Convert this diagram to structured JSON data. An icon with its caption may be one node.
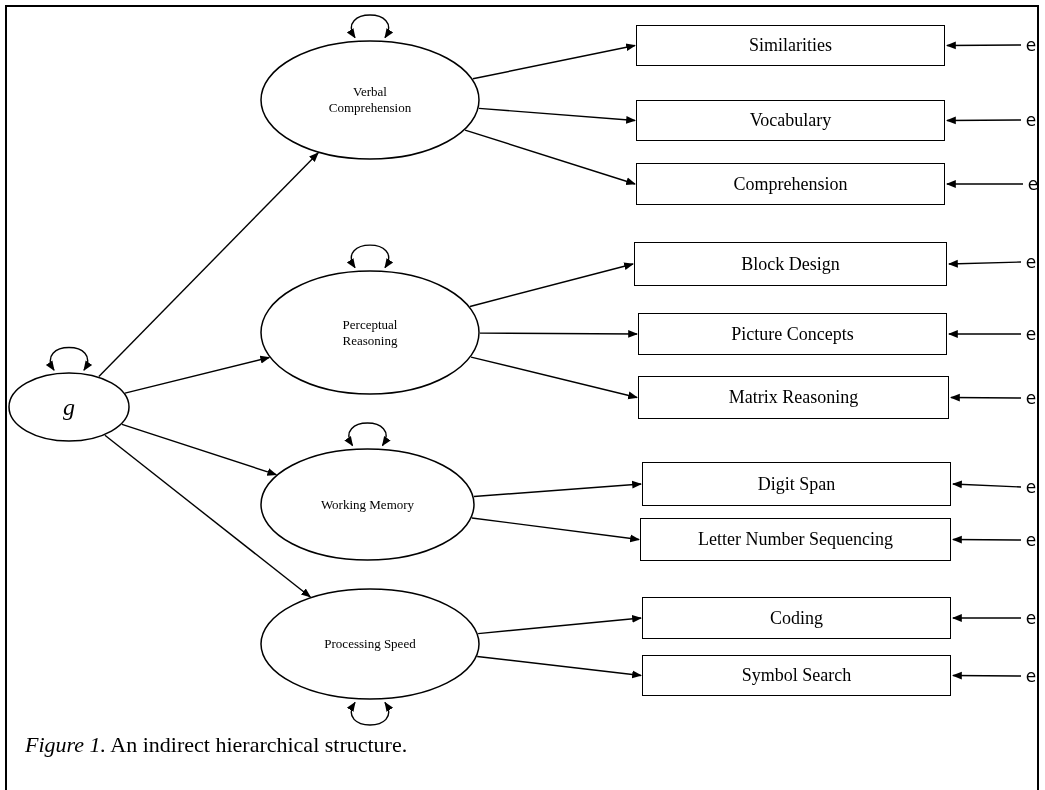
{
  "diagram": {
    "caption": "*Figure 1.*  An indirect hierarchical structure.",
    "nodes": [
      {
        "text": [
          "g"
        ]
      },
      {
        "text": [
          "Verbal Comprehension"
        ]
      },
      {
        "text": [
          "Perceptual Reasoning"
        ]
      },
      {
        "text": [
          "Working Memory"
        ]
      },
      {
        "text": [
          "Processing Speed"
        ]
      },
      {
        "text": [
          "Similarities"
        ]
      },
      {
        "text": [
          "Vocabulary"
        ]
      },
      {
        "text": [
          "Comprehension"
        ]
      },
      {
        "text": [
          "Block Design"
        ]
      },
      {
        "text": [
          "Picture Concepts"
        ]
      },
      {
        "text": [
          "Matrix Reasoning"
        ]
      },
      {
        "text": [
          "Digit Span"
        ]
      },
      {
        "text": [
          "Letter Number Sequencing"
        ]
      },
      {
        "text": [
          "Coding"
        ]
      },
      {
        "text": [
          "Symbol Search"
        ]
      },
      {
        "text": [
          "e"
        ]
      },
      {
        "text": [
          "e"
        ]
      },
      {
        "text": [
          "e"
        ]
      },
      {
        "text": [
          "e"
        ]
      },
      {
        "text": [
          "e"
        ]
      },
      {
        "text": [
          "e"
        ]
      },
      {
        "text": [
          "e"
        ]
      },
      {
        "text": [
          "e"
        ]
      },
      {
        "text": [
          "e"
        ]
      },
      {
        "text": [
          "e"
        ]
      }
    ],
    "edges": [
      {
        "from": 0,
        "to": 0,
        "arrow": "both"
      },
      {
        "from": 1,
        "to": 1,
        "arrow": "both"
      },
      {
        "from": 2,
        "to": 2,
        "arrow": "both"
      },
      {
        "from": 3,
        "to": 3,
        "arrow": "both"
      },
      {
        "from": 4,
        "to": 4,
        "arrow": "both"
      },
      {
        "from": 0,
        "to": 1,
        "arrow": "to"
      },
      {
        "from": 0,
        "to": 2,
        "arrow": "to"
      },
      {
        "from": 0,
        "to": 3,
        "arrow": "to"
      },
      {
        "from": 0,
        "to": 4,
        "arrow": "to"
      },
      {
        "from": 1,
        "to": 5,
        "arrow": "to"
      },
      {
        "from": 1,
        "to": 6,
        "arrow": "to"
      },
      {
        "from": 1,
        "to": 7,
        "arrow": "to"
      },
      {
        "from": 2,
        "to": 8,
        "arrow": "to"
      },
      {
        "from": 2,
        "to": 9,
        "arrow": "to"
      },
      {
        "from": 2,
        "to": 10,
        "arrow": "to"
      },
      {
        "from": 3,
        "to": 11,
        "arrow": "to"
      },
      {
        "from": 3,
        "to": 12,
        "arrow": "to"
      },
      {
        "from": 4,
        "to": 13,
        "arrow": "to"
      },
      {
        "from": 4,
        "to": 14,
        "arrow": "to"
      },
      {
        "from": 15,
        "to": 5,
        "arrow": "to"
      },
      {
        "from": 16,
        "to": 6,
        "arrow": "to"
      },
      {
        "from": 17,
        "to": 7,
        "arrow": "to"
      },
      {
        "from": 18,
        "to": 8,
        "arrow": "to"
      },
      {
        "from": 19,
        "to": 9,
        "arrow": "to"
      },
      {
        "from": 20,
        "to": 10,
        "arrow": "to"
      },
      {
        "from": 21,
        "to": 11,
        "arrow": "to"
      },
      {
        "from": 22,
        "to": 12,
        "arrow": "to"
      },
      {
        "from": 23,
        "to": 13,
        "arrow": "to"
      },
      {
        "from": 24,
        "to": 14,
        "arrow": "to"
      }
    ]
  }
}
